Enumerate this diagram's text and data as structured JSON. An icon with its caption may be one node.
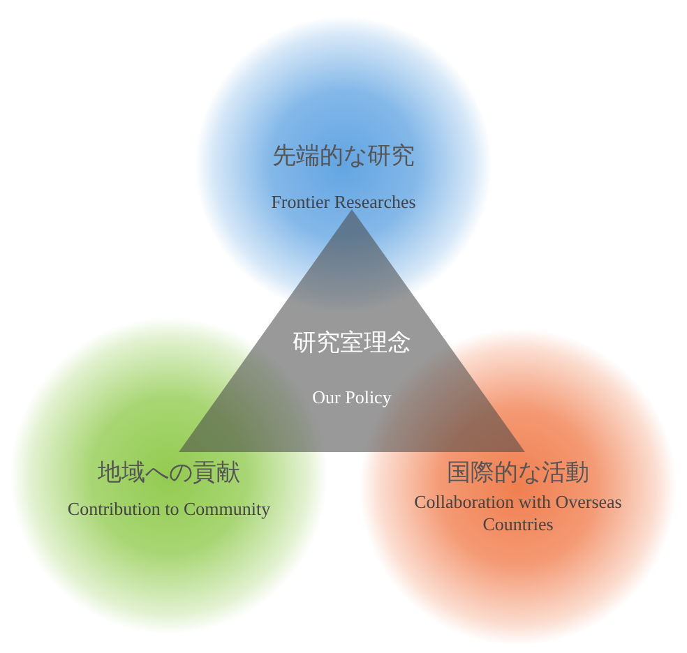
{
  "diagram": {
    "nodes": [
      {
        "text": [
          "先端的な研究",
          "Frontier Researches"
        ]
      },
      {
        "text": [
          "研究室理念",
          "Our Policy"
        ]
      },
      {
        "text": [
          "地域への貢献",
          "Contribution to Community"
        ]
      },
      {
        "text": [
          "国際的な活動",
          "Collaboration with Overseas Countries"
        ]
      }
    ]
  }
}
